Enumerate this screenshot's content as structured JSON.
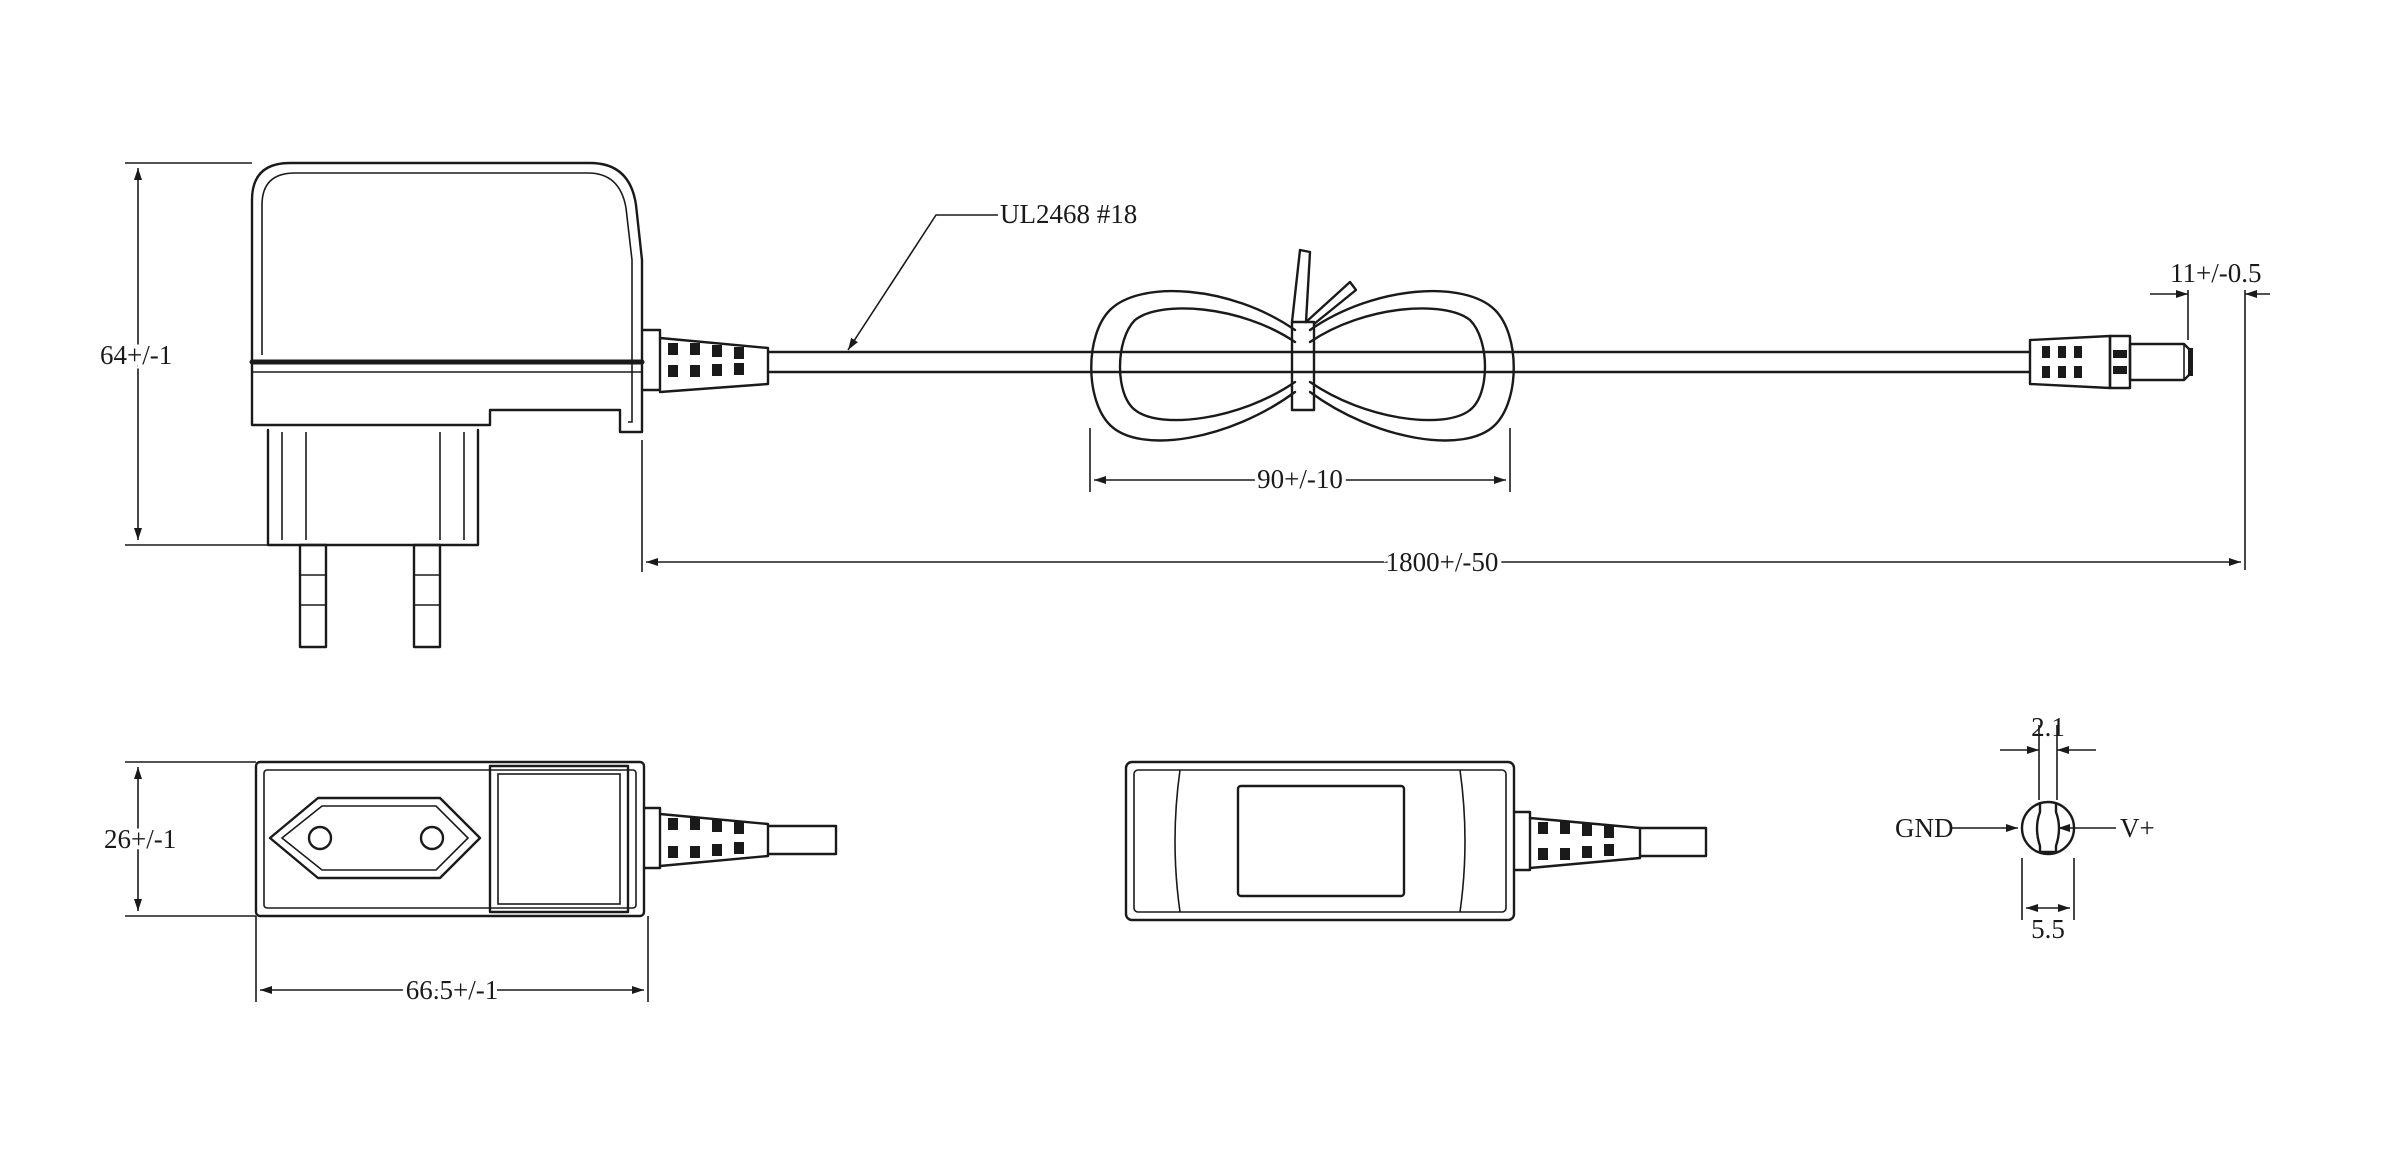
{
  "labels": {
    "cable_spec": "UL2468 #18",
    "dc_plug_length": "11+/-0.5",
    "height": "64+/-1",
    "loop_length": "90+/-10",
    "cable_length": "1800+/-50",
    "depth": "26+/-1",
    "width": "66.5+/-1",
    "pin_spacing": "2.1",
    "plug_diameter": "5.5",
    "gnd": "GND",
    "v_plus": "V+"
  }
}
